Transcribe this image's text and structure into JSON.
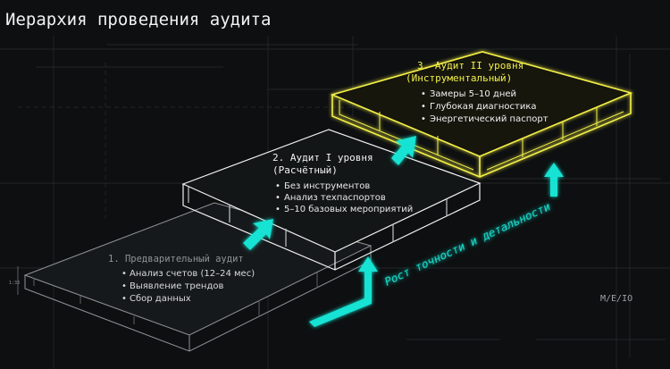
{
  "title": "Иерархия проведения аудита",
  "levels": [
    {
      "title": "1. Предварительный аудит",
      "bullets": [
        "Анализ счетов (12–24 мес)",
        "Выявление трендов",
        "Сбор данных"
      ]
    },
    {
      "title_line1": "2. Аудит I уровня",
      "title_line2": "(Расчётный)",
      "bullets": [
        "Без инструментов",
        "Анализ техпаспортов",
        "5–10 базовых мероприятий"
      ]
    },
    {
      "title_line1": "3. Аудит II уровня",
      "title_line2": "(Инструментальный)",
      "bullets": [
        "Замеры 5–10 дней",
        "Глубокая диагностика",
        "Энергетический паспорт"
      ]
    }
  ],
  "growth_label": "Рост точности и детальности",
  "scale_mark": "1:33",
  "signature": "M/E/IO",
  "colors": {
    "background": "#0d0f10",
    "level1": "#8f9499",
    "level2": "#f2f2f2",
    "level3": "#f4f04a",
    "accent": "#19e3d3"
  }
}
